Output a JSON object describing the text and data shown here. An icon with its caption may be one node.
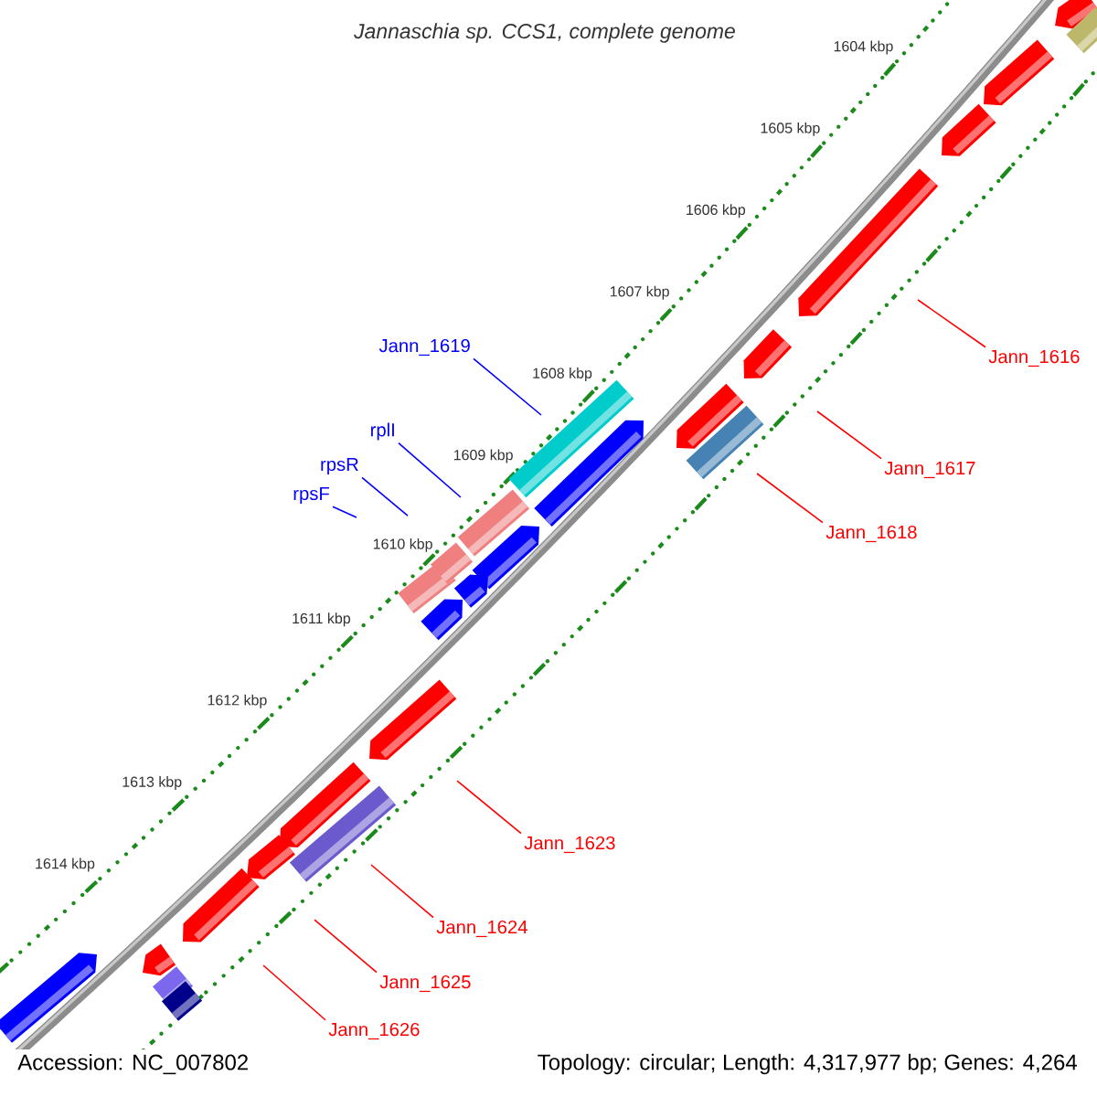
{
  "diagram": {
    "title": "Jannaschia sp. CCS1, complete genome",
    "nodes": [
      {
        "text": [
          "Jann_1619"
        ]
      },
      {
        "text": [
          "Jann_1616"
        ]
      },
      {
        "text": [
          "rplI"
        ]
      },
      {
        "text": [
          "rpsR"
        ]
      },
      {
        "text": [
          "Jann_1617"
        ]
      },
      {
        "text": [
          "rpsF"
        ]
      },
      {
        "text": [
          "Jann_1618"
        ]
      },
      {
        "text": [
          "Jann_1623"
        ]
      },
      {
        "text": [
          "Jann_1624"
        ]
      },
      {
        "text": [
          "Jann_1625"
        ]
      },
      {
        "text": [
          "Jann_1626"
        ]
      }
    ],
    "edges": [
      {
        "from": 0,
        "to": null,
        "arrow": "none",
        "color": "#0000ff"
      },
      {
        "from": 1,
        "to": null,
        "arrow": "none"
      },
      {
        "from": 2,
        "to": null,
        "arrow": "none",
        "color": "#0000ff"
      },
      {
        "from": 3,
        "to": null,
        "arrow": "none",
        "color": "#0000ff"
      },
      {
        "from": 4,
        "to": null,
        "arrow": "none"
      },
      {
        "from": 5,
        "to": null,
        "arrow": "none",
        "color": "#0000ff"
      },
      {
        "from": 6,
        "to": null,
        "arrow": "none"
      },
      {
        "from": 7,
        "to": null,
        "arrow": "none"
      },
      {
        "from": 8,
        "to": null,
        "arrow": "none"
      },
      {
        "from": 9,
        "to": null,
        "arrow": "none"
      },
      {
        "from": 10,
        "to": null,
        "arrow": "none"
      }
    ],
    "labels": [
      "1604 kbp",
      "1605 kbp",
      "1606 kbp",
      "1607 kbp",
      "1608 kbp",
      "1609 kbp",
      "1610 kbp",
      "1611 kbp",
      "1612 kbp",
      "1613 kbp",
      "1614 kbp",
      "Accession: NC_007802",
      "Topology: circular; Length: 4,317,977 bp; Genes: 4,264"
    ]
  }
}
